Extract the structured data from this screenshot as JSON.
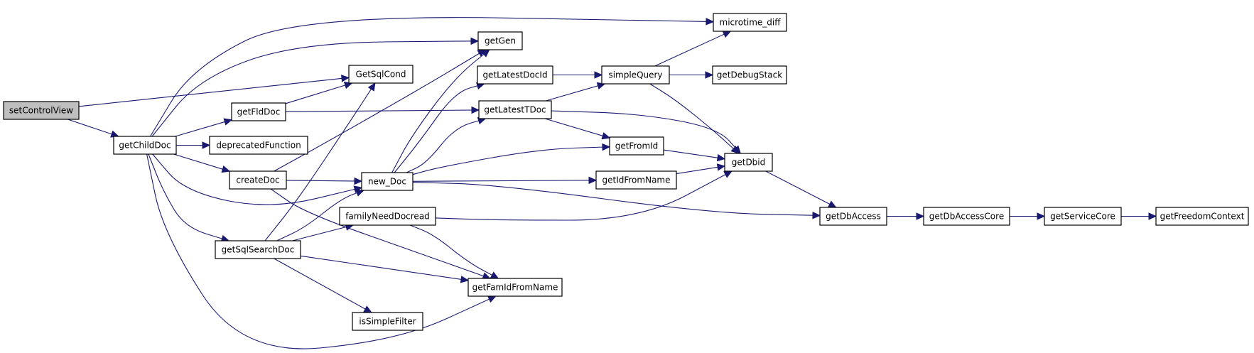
{
  "diagram": {
    "colors": {
      "edge": "#191970",
      "node_border": "#000000",
      "root_fill": "#bfbfbf",
      "node_fill": "#ffffff"
    },
    "nodes": [
      {
        "id": "setControlView",
        "label": "setControlView",
        "root": true
      },
      {
        "id": "getChildDoc",
        "label": "getChildDoc"
      },
      {
        "id": "getFldDoc",
        "label": "getFldDoc"
      },
      {
        "id": "deprecatedFunction",
        "label": "deprecatedFunction"
      },
      {
        "id": "createDoc",
        "label": "createDoc"
      },
      {
        "id": "getSqlSearchDoc",
        "label": "getSqlSearchDoc"
      },
      {
        "id": "GetSqlCond",
        "label": "GetSqlCond"
      },
      {
        "id": "new_Doc",
        "label": "new_Doc"
      },
      {
        "id": "familyNeedDocread",
        "label": "familyNeedDocread"
      },
      {
        "id": "isSimpleFilter",
        "label": "isSimpleFilter"
      },
      {
        "id": "getGen",
        "label": "getGen"
      },
      {
        "id": "getLatestDocId",
        "label": "getLatestDocId"
      },
      {
        "id": "getLatestTDoc",
        "label": "getLatestTDoc"
      },
      {
        "id": "getFamIdFromName",
        "label": "getFamIdFromName"
      },
      {
        "id": "simpleQuery",
        "label": "simpleQuery"
      },
      {
        "id": "getFromId",
        "label": "getFromId"
      },
      {
        "id": "getIdFromName",
        "label": "getIdFromName"
      },
      {
        "id": "microtime_diff",
        "label": "microtime_diff"
      },
      {
        "id": "getDebugStack",
        "label": "getDebugStack"
      },
      {
        "id": "getDbid",
        "label": "getDbid"
      },
      {
        "id": "getDbAccess",
        "label": "getDbAccess"
      },
      {
        "id": "getDbAccessCore",
        "label": "getDbAccessCore"
      },
      {
        "id": "getServiceCore",
        "label": "getServiceCore"
      },
      {
        "id": "getFreedomContext",
        "label": "getFreedomContext"
      }
    ],
    "edges": [
      [
        "setControlView",
        "GetSqlCond"
      ],
      [
        "setControlView",
        "getChildDoc"
      ],
      [
        "getChildDoc",
        "microtime_diff"
      ],
      [
        "getChildDoc",
        "getGen"
      ],
      [
        "getChildDoc",
        "getFldDoc"
      ],
      [
        "getChildDoc",
        "deprecatedFunction"
      ],
      [
        "getChildDoc",
        "createDoc"
      ],
      [
        "getChildDoc",
        "new_Doc"
      ],
      [
        "getChildDoc",
        "getSqlSearchDoc"
      ],
      [
        "getChildDoc",
        "getFamIdFromName"
      ],
      [
        "getFldDoc",
        "GetSqlCond"
      ],
      [
        "getFldDoc",
        "getLatestTDoc"
      ],
      [
        "createDoc",
        "getGen"
      ],
      [
        "createDoc",
        "new_Doc"
      ],
      [
        "createDoc",
        "getFamIdFromName"
      ],
      [
        "getSqlSearchDoc",
        "GetSqlCond"
      ],
      [
        "getSqlSearchDoc",
        "new_Doc"
      ],
      [
        "getSqlSearchDoc",
        "familyNeedDocread"
      ],
      [
        "getSqlSearchDoc",
        "getFamIdFromName"
      ],
      [
        "getSqlSearchDoc",
        "isSimpleFilter"
      ],
      [
        "new_Doc",
        "getGen"
      ],
      [
        "new_Doc",
        "getLatestDocId"
      ],
      [
        "new_Doc",
        "getLatestTDoc"
      ],
      [
        "new_Doc",
        "getFromId"
      ],
      [
        "new_Doc",
        "getIdFromName"
      ],
      [
        "new_Doc",
        "getDbAccess"
      ],
      [
        "familyNeedDocread",
        "getDbid"
      ],
      [
        "familyNeedDocread",
        "getFamIdFromName"
      ],
      [
        "getLatestDocId",
        "simpleQuery"
      ],
      [
        "getLatestTDoc",
        "simpleQuery"
      ],
      [
        "getLatestTDoc",
        "getFromId"
      ],
      [
        "getLatestTDoc",
        "getDbid"
      ],
      [
        "simpleQuery",
        "microtime_diff"
      ],
      [
        "simpleQuery",
        "getDebugStack"
      ],
      [
        "simpleQuery",
        "getDbid"
      ],
      [
        "getFromId",
        "getDbid"
      ],
      [
        "getIdFromName",
        "getDbid"
      ],
      [
        "getDbid",
        "getDbAccess"
      ],
      [
        "getDbAccess",
        "getDbAccessCore"
      ],
      [
        "getDbAccessCore",
        "getServiceCore"
      ],
      [
        "getServiceCore",
        "getFreedomContext"
      ]
    ]
  }
}
